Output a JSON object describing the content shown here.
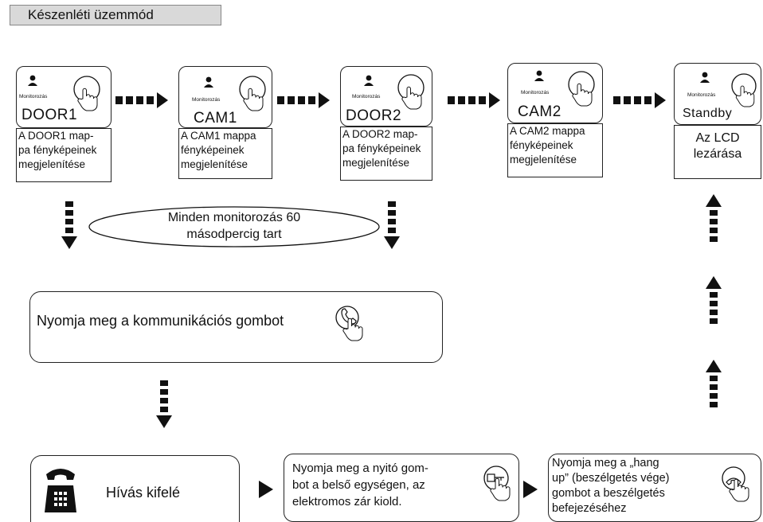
{
  "title": "Készenléti üzemmód",
  "devices": [
    {
      "mon": "Monitorozás",
      "label": "DOOR1",
      "desc": [
        "A DOOR1 map-",
        "pa fényképeinek",
        "megjelenítése"
      ]
    },
    {
      "mon": "Monitorozás",
      "label": "CAM1",
      "desc": [
        "A CAM1 mappa",
        "fényképeinek",
        "megjelenítése"
      ]
    },
    {
      "mon": "Monitorozás",
      "label": "DOOR2",
      "desc": [
        "A DOOR2 map-",
        "pa fényképeinek",
        "megjelenítése"
      ]
    },
    {
      "mon": "Monitorozás",
      "label": "CAM2",
      "desc": [
        "A CAM2 mappa",
        "fényképeinek",
        "megjelenítése"
      ]
    },
    {
      "mon": "Monitorozás",
      "label": "Standby",
      "desc": [
        "Az LCD",
        "lezárása"
      ]
    }
  ],
  "ellipse_text": [
    "Minden monitorozás 60",
    "másodpercig tart"
  ],
  "press_comm": "Nyomja meg a kommunikációs gombot",
  "call_out": "Hívás kifelé",
  "unlock": [
    "Nyomja meg a nyitó gom-",
    "bot a belső egységen, az",
    "elektromos zár kiold."
  ],
  "hangup": [
    "Nyomja meg a „hang",
    "up” (beszélgetés vége)",
    "gombot a beszélgetés",
    "befejezéséhez"
  ],
  "icons": [
    "person-icon",
    "touch-button-icon",
    "arrow-right-icon",
    "arrow-down-icon",
    "arrow-up-icon",
    "phone-icon",
    "talk-button-icon",
    "unlock-key-icon",
    "hangup-button-icon"
  ]
}
